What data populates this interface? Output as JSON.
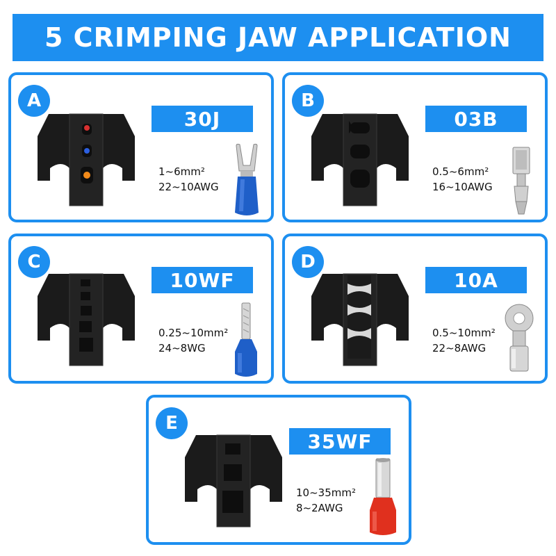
{
  "title": "5 CRIMPING JAW APPLICATION",
  "colors": {
    "accent": "#1d8ff0",
    "jaw": "#1b1b1b",
    "terminal_blue": "#1f5fc8",
    "terminal_red": "#e0301e",
    "metal": "#c8c8c8"
  },
  "jaws": [
    {
      "letter": "A",
      "model": "30J",
      "range": "1~6mm²",
      "awg": "22~10AWG",
      "terminal_icon": "blue-spade-terminal-icon"
    },
    {
      "letter": "B",
      "model": "03B",
      "range": "0.5~6mm²",
      "awg": "16~10AWG",
      "terminal_icon": "female-spade-connector-icon"
    },
    {
      "letter": "C",
      "model": "10WF",
      "range": "0.25~10mm²",
      "awg": "24~8WG",
      "terminal_icon": "blue-ferrule-terminal-icon"
    },
    {
      "letter": "D",
      "model": "10A",
      "range": "0.5~10mm²",
      "awg": "22~8AWG",
      "terminal_icon": "ring-terminal-icon"
    },
    {
      "letter": "E",
      "model": "35WF",
      "range": "10~35mm²",
      "awg": "8~2AWG",
      "terminal_icon": "red-ferrule-terminal-icon"
    }
  ]
}
